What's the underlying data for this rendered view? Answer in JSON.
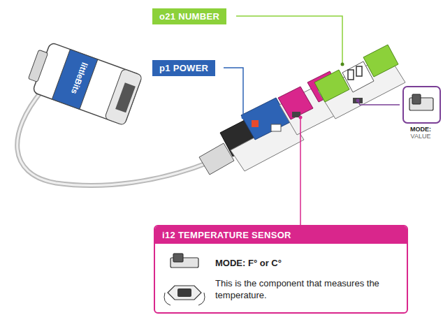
{
  "diagram": {
    "nodes": [
      {
        "text": [
          "o21 NUMBER"
        ]
      },
      {
        "text": [
          "p1 POWER"
        ]
      },
      {
        "text": [
          "MODE:",
          "VALUE"
        ]
      },
      {
        "text": [
          "i12 TEMPERATURE SENSOR",
          "MODE: F° or C°",
          "This is the component that measures the temperature."
        ]
      }
    ],
    "labels": [
      "littleBits"
    ]
  }
}
